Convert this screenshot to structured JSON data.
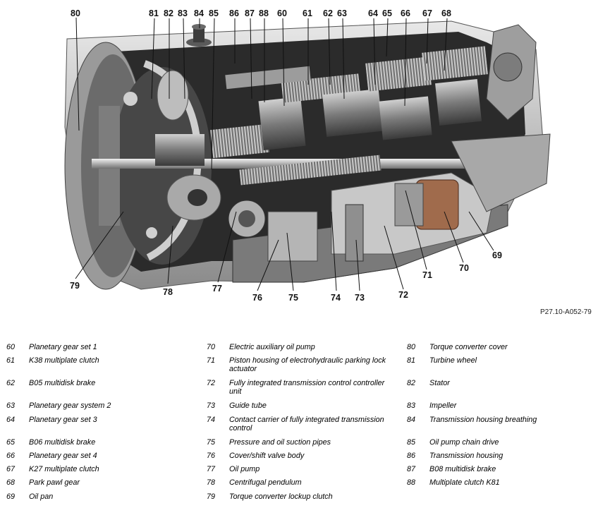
{
  "figure_code": "P27.10-A052-79",
  "callouts": [
    "60",
    "61",
    "62",
    "63",
    "64",
    "65",
    "66",
    "67",
    "68",
    "69",
    "70",
    "71",
    "72",
    "73",
    "74",
    "75",
    "76",
    "77",
    "78",
    "79",
    "80",
    "81",
    "82",
    "83",
    "84",
    "85",
    "86",
    "87",
    "88"
  ],
  "legend": {
    "col1": [
      {
        "num": "60",
        "text": "Planetary gear set 1"
      },
      {
        "num": "61",
        "text": "K38 multiplate clutch"
      },
      {
        "num": "62",
        "text": "B05 multidisk brake"
      },
      {
        "num": "63",
        "text": "Planetary gear system 2"
      },
      {
        "num": "64",
        "text": "Planetary gear set 3"
      },
      {
        "num": "65",
        "text": "B06 multidisk brake"
      },
      {
        "num": "66",
        "text": "Planetary gear set 4"
      },
      {
        "num": "67",
        "text": "K27 multiplate clutch"
      },
      {
        "num": "68",
        "text": "Park pawl gear"
      },
      {
        "num": "69",
        "text": "Oil pan"
      }
    ],
    "col2": [
      {
        "num": "70",
        "text": "Electric auxiliary oil pump"
      },
      {
        "num": "71",
        "text": "Piston housing of electrohydraulic parking lock actuator"
      },
      {
        "num": "72",
        "text": "Fully integrated transmission control controller unit"
      },
      {
        "num": "73",
        "text": "Guide tube"
      },
      {
        "num": "74",
        "text": "Contact carrier of fully integrated transmission control"
      },
      {
        "num": "75",
        "text": "Pressure and oil suction pipes"
      },
      {
        "num": "76",
        "text": "Cover/shift valve body"
      },
      {
        "num": "77",
        "text": "Oil pump"
      },
      {
        "num": "78",
        "text": "Centrifugal pendulum"
      },
      {
        "num": "79",
        "text": "Torque converter lockup clutch"
      }
    ],
    "col3": [
      {
        "num": "80",
        "text": "Torque converter cover"
      },
      {
        "num": "81",
        "text": "Turbine wheel"
      },
      {
        "num": "82",
        "text": "Stator"
      },
      {
        "num": "83",
        "text": "Impeller"
      },
      {
        "num": "84",
        "text": "Transmission housing breathing"
      },
      {
        "num": "85",
        "text": "Oil pump chain drive"
      },
      {
        "num": "86",
        "text": "Transmission housing"
      },
      {
        "num": "87",
        "text": "B08 multidisk brake"
      },
      {
        "num": "88",
        "text": "Multiplate clutch K81"
      }
    ]
  }
}
